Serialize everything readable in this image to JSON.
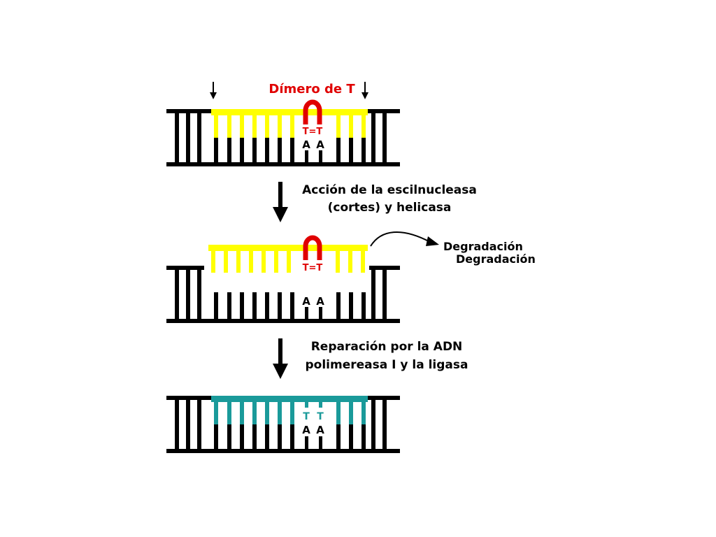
{
  "labels": {
    "dimer_title": "Dímero de T",
    "step1_line1": "Acción de la escilnucleasa",
    "step1_line2": "(cortes) y helicasa",
    "degradation_1": "Degradación",
    "degradation_2": "Degradación",
    "step2_line1": "Reparación por la ADN",
    "step2_line2": "polimereasa I y la ligasa",
    "dimer_pair": "T=T",
    "adenine": "A",
    "thymine": "T"
  },
  "colors": {
    "strand": "#000000",
    "excised": "#ffff00",
    "dimer": "#e00000",
    "repaired": "#1a9a9a"
  }
}
